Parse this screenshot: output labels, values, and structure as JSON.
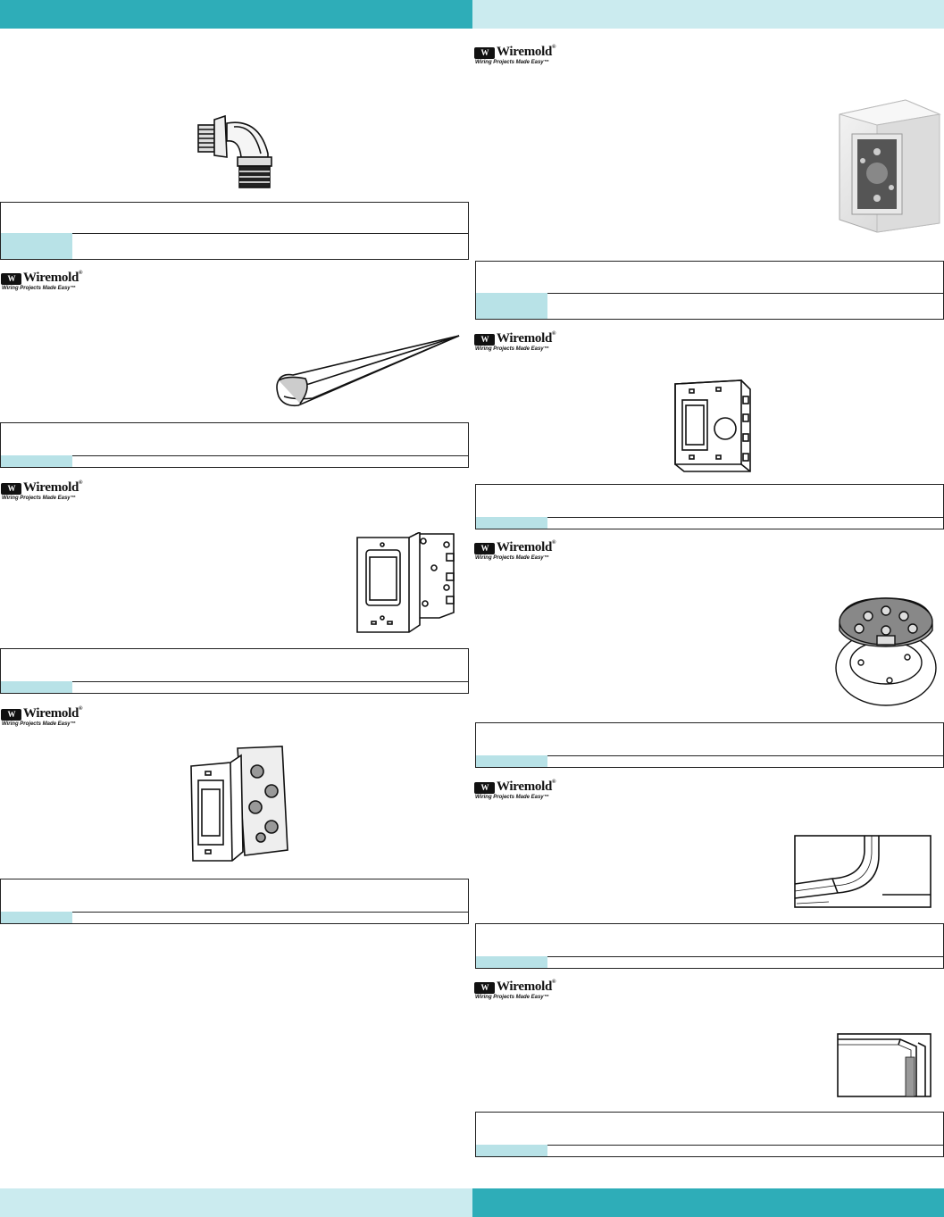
{
  "brand": {
    "name": "Wiremold",
    "registered": "®",
    "tagline": "Wiring Projects Made Easy™",
    "mark": "W"
  },
  "colors": {
    "header_dark": "#2eadb8",
    "header_light": "#cbebef",
    "table_cell": "#b8e2e7"
  },
  "products": [
    {
      "illustration": "conduit-elbow-fitting"
    },
    {
      "illustration": "raceway-channel"
    },
    {
      "illustration": "device-box-extension"
    },
    {
      "illustration": "device-box-with-mounting-plate"
    },
    {
      "illustration": "surface-device-box"
    },
    {
      "illustration": "two-gang-device-box"
    },
    {
      "illustration": "round-ceiling-box"
    },
    {
      "illustration": "flat-elbow-fitting"
    },
    {
      "illustration": "external-corner-fitting"
    }
  ]
}
